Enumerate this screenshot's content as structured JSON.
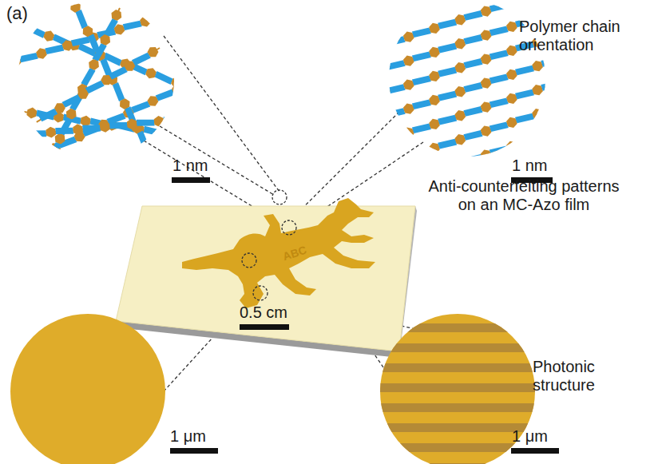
{
  "diagram": {
    "labels": [
      "(a)",
      "1 nm",
      "Polymer chain orientation",
      "1 nm",
      "Anti-counterfeiting patterns on an MC-Azo film",
      "ABC",
      "0.5 cm",
      "1 μm",
      "Photonic structure",
      "1 μm"
    ]
  }
}
